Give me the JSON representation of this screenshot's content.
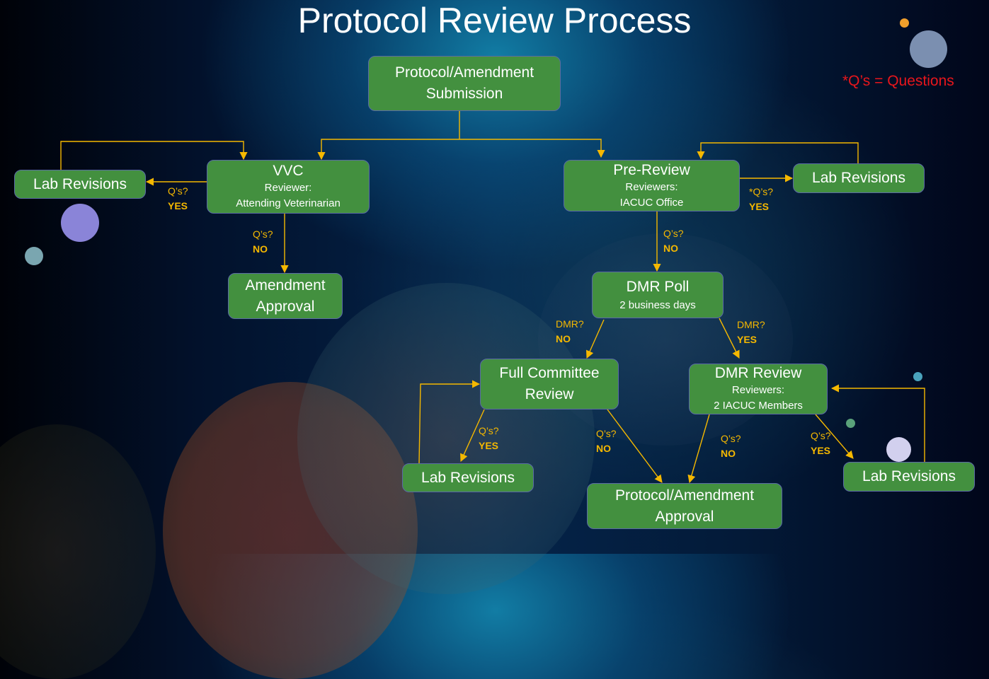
{
  "title": "Protocol Review Process",
  "legend_note": "*Q’s = Questions",
  "colors": {
    "node_fill": "#43903f",
    "node_border": "#5a6aa5",
    "arrow": "#f5b800",
    "label": "#f5b800",
    "note": "#e8161c",
    "title": "#ffffff"
  },
  "nodes": {
    "submission": {
      "lines": [
        "Protocol/Amendment",
        "Submission"
      ]
    },
    "vvc": {
      "title": "VVC",
      "sub1": "Reviewer:",
      "sub2": "Attending Veterinarian"
    },
    "prereview": {
      "title": "Pre-Review",
      "sub1": "Reviewers:",
      "sub2": "IACUC Office"
    },
    "lab_left": {
      "label": "Lab Revisions"
    },
    "lab_right_top": {
      "label": "Lab Revisions"
    },
    "amendment_approval": {
      "lines": [
        "Amendment",
        "Approval"
      ]
    },
    "dmr_poll": {
      "title": "DMR Poll",
      "sub1": "2 business days"
    },
    "full_committee": {
      "lines": [
        "Full Committee",
        "Review"
      ]
    },
    "dmr_review": {
      "title": "DMR Review",
      "sub1": "Reviewers:",
      "sub2": "2 IACUC Members"
    },
    "lab_fcr": {
      "label": "Lab Revisions"
    },
    "final_approval": {
      "lines": [
        "Protocol/Amendment",
        "Approval"
      ]
    },
    "lab_dmr": {
      "label": "Lab Revisions"
    }
  },
  "edge_labels": {
    "vvc_yes": {
      "q": "Q’s?",
      "a": "YES"
    },
    "vvc_no": {
      "q": "Q’s?",
      "a": "NO"
    },
    "pre_yes": {
      "q": "*Q’s?",
      "a": "YES"
    },
    "pre_no": {
      "q": "Q’s?",
      "a": "NO"
    },
    "dmr_no": {
      "q": "DMR?",
      "a": "NO"
    },
    "dmr_yes": {
      "q": "DMR?",
      "a": "YES"
    },
    "fcr_yes": {
      "q": "Q’s?",
      "a": "YES"
    },
    "fcr_no": {
      "q": "Q’s?",
      "a": "NO"
    },
    "dmrr_no": {
      "q": "Q’s?",
      "a": "NO"
    },
    "dmrr_yes": {
      "q": "Q’s?",
      "a": "YES"
    }
  }
}
